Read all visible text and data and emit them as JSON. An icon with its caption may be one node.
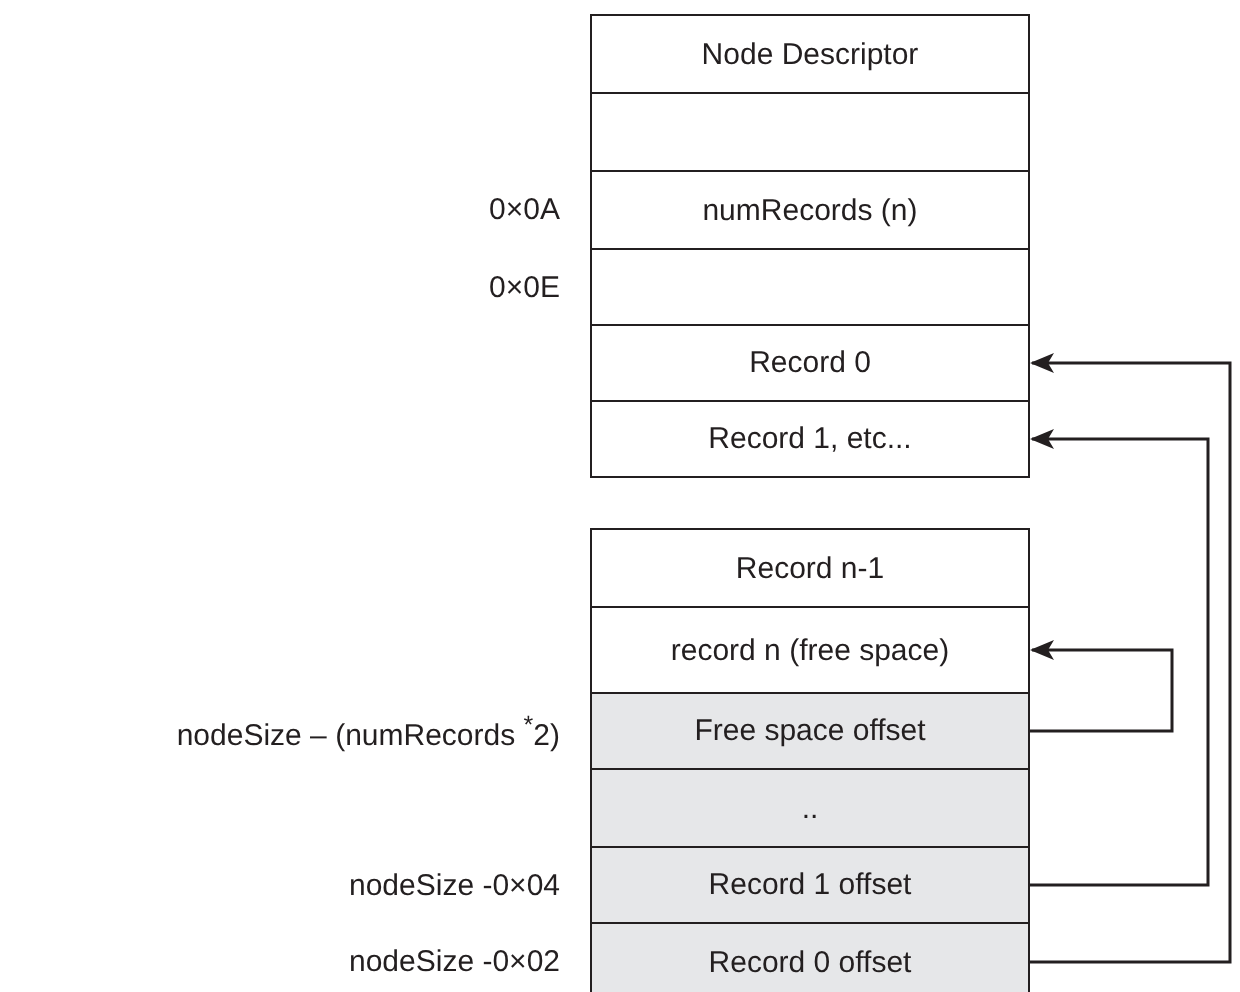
{
  "diagram": {
    "nodes": [
      {
        "text": [
          "Node Descriptor"
        ]
      },
      {
        "text": [],
        "shape": "box"
      },
      {
        "text": [
          "numRecords (n)"
        ],
        "beside": [
          "0×0A"
        ]
      },
      {
        "text": [],
        "shape": "box",
        "beside": [
          "0×0E"
        ]
      },
      {
        "text": [
          "Record 0"
        ]
      },
      {
        "text": [
          "Record 1, etc..."
        ]
      },
      {
        "text": [
          "Record n-1"
        ]
      },
      {
        "text": [
          "record n (free space)"
        ]
      },
      {
        "text": [
          "Free space offset"
        ],
        "beside": [
          "nodeSize – (numRecords $^{*}$2)"
        ]
      },
      {
        "text": [
          ".."
        ]
      },
      {
        "text": [
          "Record 1 offset"
        ],
        "beside": [
          "nodeSize -0×04"
        ]
      },
      {
        "text": [
          "Record 0 offset"
        ],
        "beside": [
          "nodeSize -0×02"
        ]
      }
    ],
    "edges": [
      {
        "from": 11,
        "to": 4,
        "arrow": "to"
      },
      {
        "from": 10,
        "to": 5,
        "arrow": "to"
      },
      {
        "from": 8,
        "to": 7,
        "arrow": "to"
      }
    ]
  }
}
